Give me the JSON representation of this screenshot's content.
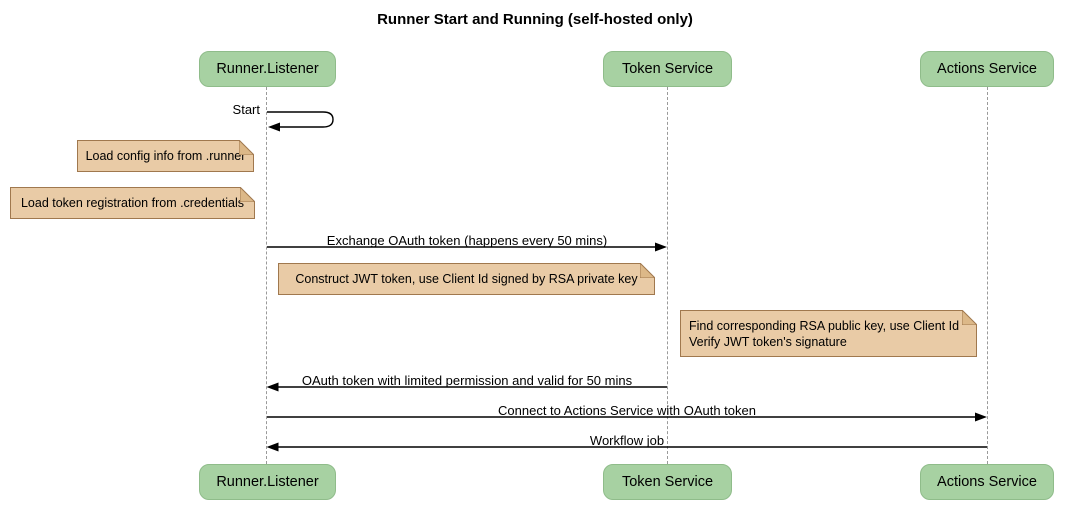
{
  "title": "Runner Start and Running (self-hosted only)",
  "participants": [
    {
      "name": "Runner.Listener"
    },
    {
      "name": "Token Service"
    },
    {
      "name": "Actions Service"
    }
  ],
  "messages": [
    {
      "label": "Start",
      "from": "Runner.Listener",
      "to": "Runner.Listener",
      "kind": "self"
    },
    {
      "label": "Exchange OAuth token (happens every 50 mins)",
      "from": "Runner.Listener",
      "to": "Token Service",
      "kind": "solid-arrow"
    },
    {
      "label": "OAuth token with limited permission and valid for 50 mins",
      "from": "Token Service",
      "to": "Runner.Listener",
      "kind": "solid-arrow"
    },
    {
      "label": "Connect to Actions Service with OAuth token",
      "from": "Runner.Listener",
      "to": "Actions Service",
      "kind": "solid-arrow"
    },
    {
      "label": "Workflow job",
      "from": "Actions Service",
      "to": "Runner.Listener",
      "kind": "solid-arrow"
    }
  ],
  "notes": [
    {
      "text": "Load config info from .runner"
    },
    {
      "text": "Load token registration from .credentials"
    },
    {
      "text": "Construct JWT token, use Client Id signed by RSA private key"
    },
    {
      "line1": "Find corresponding RSA public key, use Client Id",
      "line2": "Verify JWT token's signature"
    }
  ],
  "colors": {
    "bg": "#ffffff",
    "participant_fill": "#a7d1a2",
    "participant_border": "#8fbc8a",
    "note_fill": "#e9cba6",
    "note_fold": "#dcb888",
    "note_border": "#a0784e",
    "lifeline": "#9a9a9a",
    "arrow": "#000000",
    "text": "#000000"
  }
}
